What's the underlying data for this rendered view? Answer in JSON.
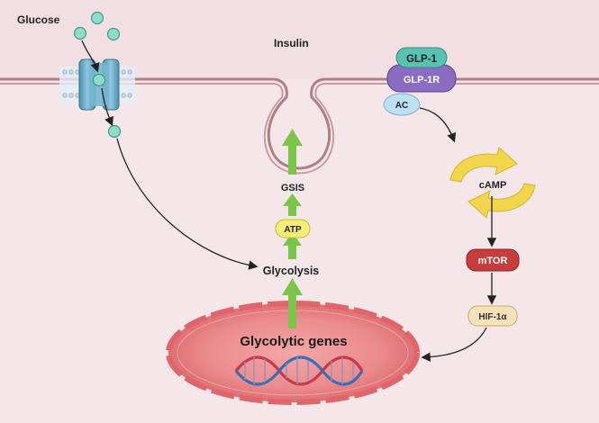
{
  "labels": {
    "glucose": "Glucose",
    "insulin": "Insulin",
    "glp1": "GLP-1",
    "glp1r": "GLP-1R",
    "ac": "AC",
    "camp": "cAMP",
    "mtor": "mTOR",
    "hif1a": "HIF-1α",
    "gsis": "GSIS",
    "atp": "ATP",
    "glycolysis": "Glycolysis",
    "glycolytic_genes": "Glycolytic genes"
  },
  "colors": {
    "background": "#f5e6ea",
    "extracellular": "#f2dfe3",
    "membrane": "#b07f86",
    "glucose_particle": "#8fdcc8",
    "transporter": "#6aaecb",
    "glp1": "#5cc2b0",
    "glp1r": "#8c6cc2",
    "ac": "#bde0f4",
    "camp_arrow": "#f1d54d",
    "mtor": "#c73c3c",
    "hif1a": "#f5e2b8",
    "atp": "#f7ee7a",
    "green_arrow": "#7cc54b",
    "nucleus": "#e67e80",
    "dna_red": "#c83a4a",
    "dna_blue": "#3a6fb5"
  }
}
